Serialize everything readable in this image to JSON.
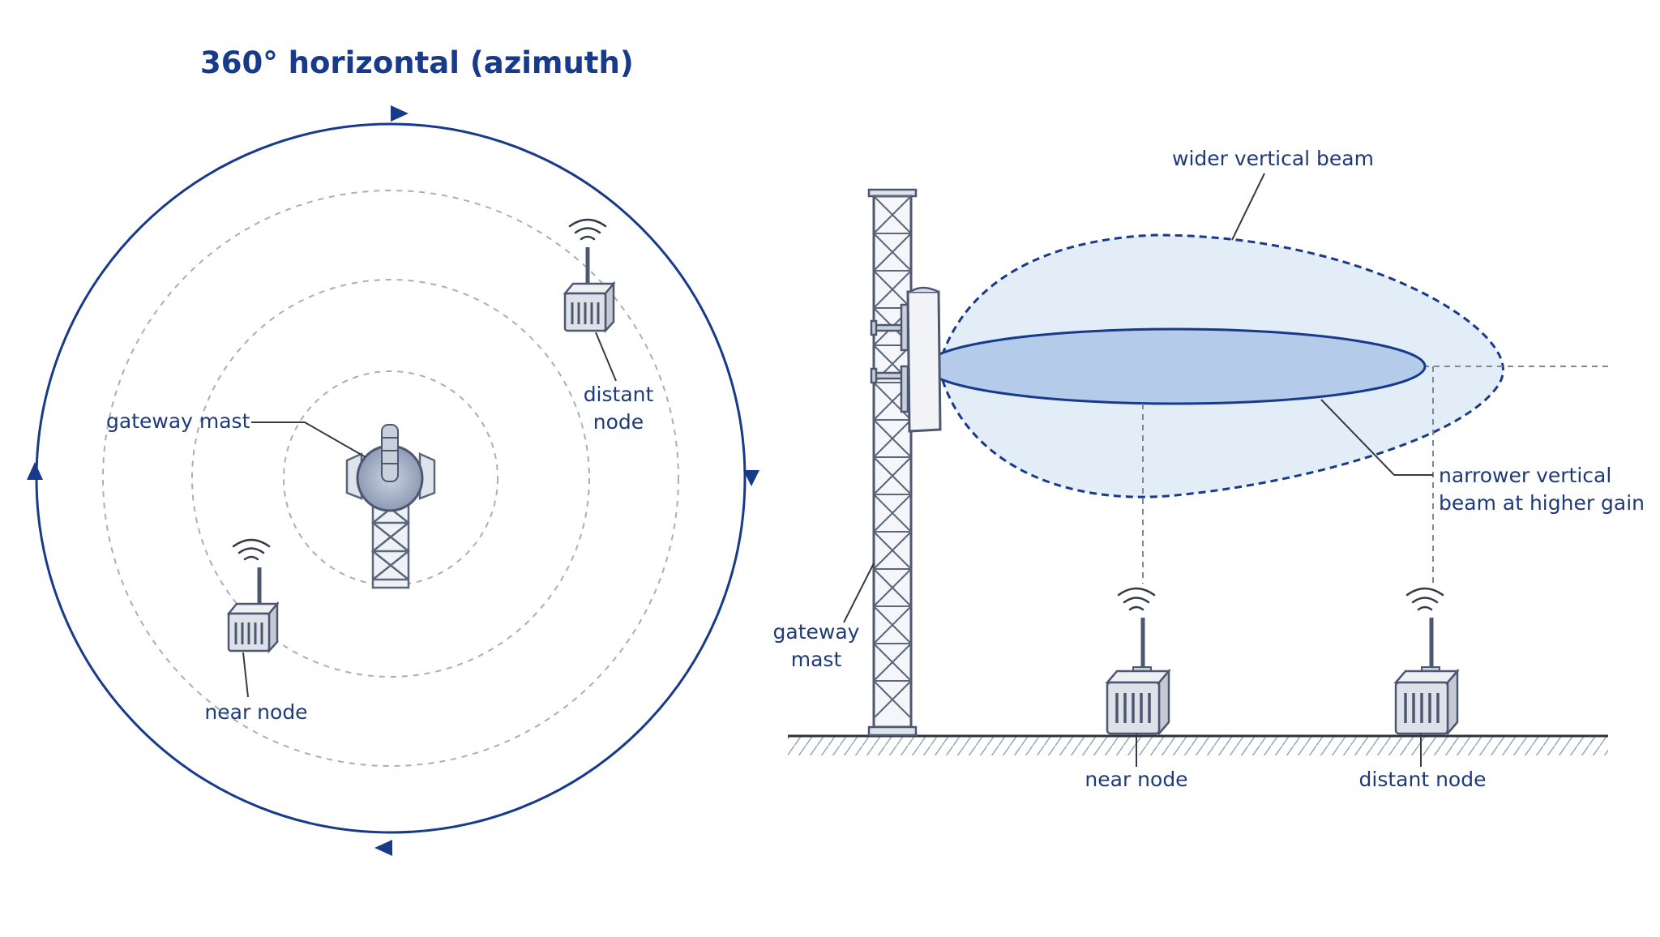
{
  "left_panel": {
    "title": "360° horizontal (azimuth)",
    "labels": {
      "gateway_mast": "gateway mast",
      "distant_node": [
        "distant",
        "node"
      ],
      "near_node": "near node"
    }
  },
  "right_panel": {
    "labels": {
      "wider_beam": "wider vertical beam",
      "narrower_beam": [
        "narrower vertical",
        "beam at higher gain"
      ],
      "gateway_mast": [
        "gateway",
        "mast"
      ],
      "near_node": "near node",
      "distant_node": "distant node"
    }
  },
  "colors": {
    "navy": "#173a8a",
    "text": "#1e3a78",
    "beam_light": "#e3edf8",
    "beam_dark": "#b4cbe9",
    "steel": "#7a8594",
    "dashed_ring": "#a7afbb"
  }
}
